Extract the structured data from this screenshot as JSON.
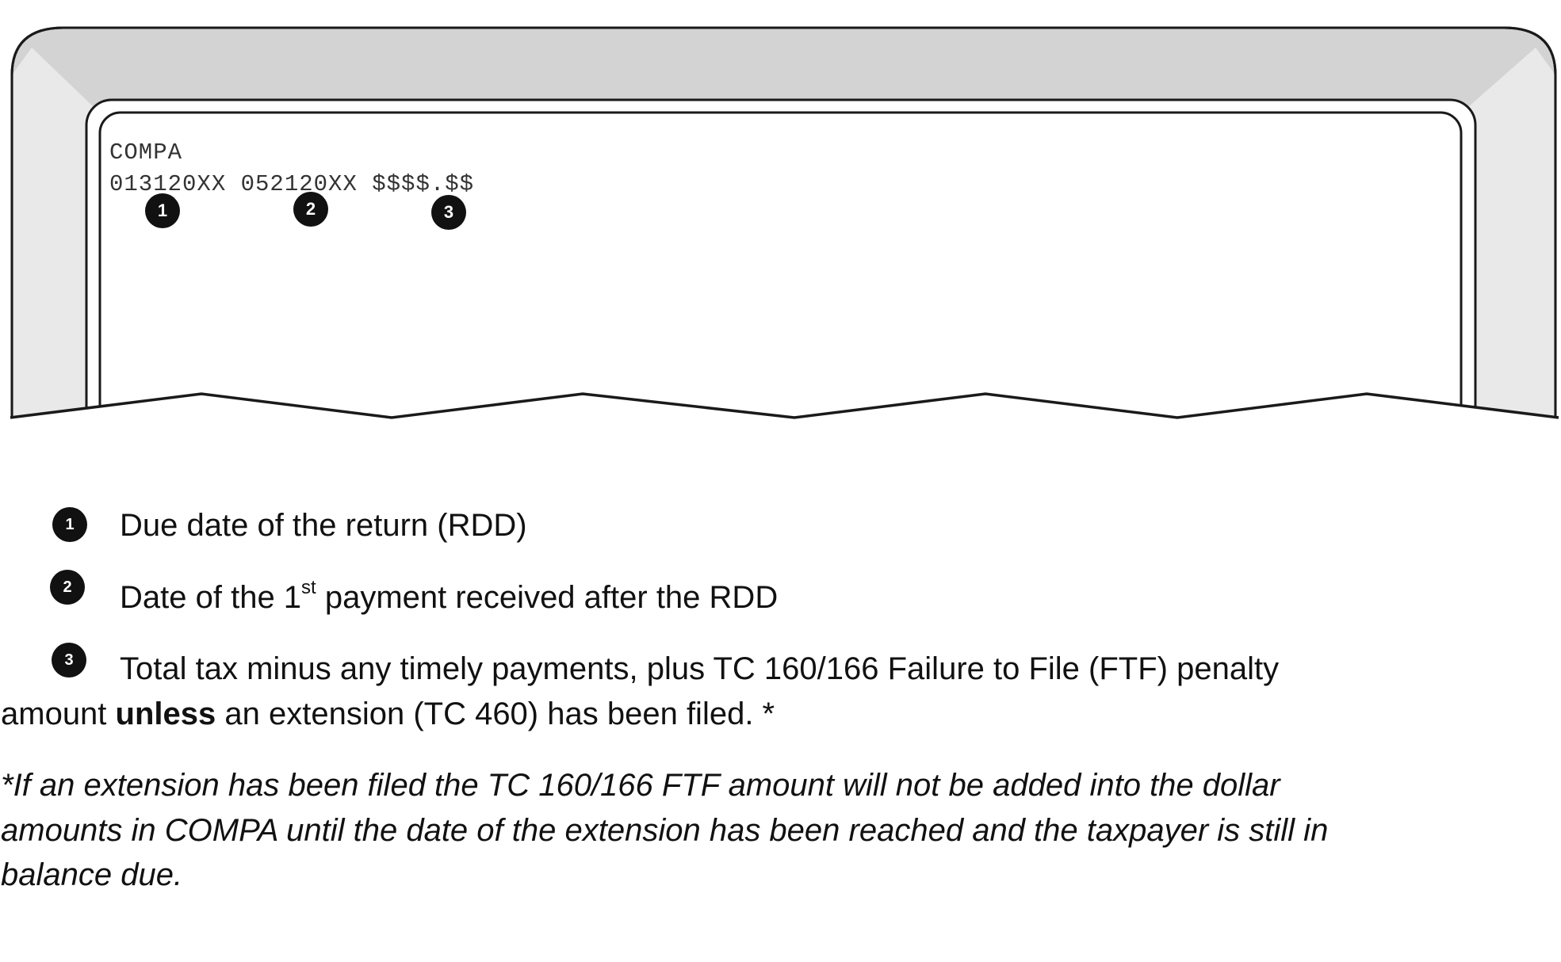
{
  "screen": {
    "line1": "COMPA",
    "line2": "013120XX 052120XX $$$$.$$",
    "callouts": [
      "1",
      "2",
      "3"
    ]
  },
  "legend": [
    {
      "number": "1",
      "text": "Due date of the return (RDD)"
    },
    {
      "number": "2",
      "text_before": "Date of the 1",
      "sup": "st",
      "text_after": " payment received after the RDD"
    },
    {
      "number": "3",
      "line1": "Total tax minus any timely payments, plus TC 160/166 Failure to File (FTF) penalty",
      "line2_before": "amount ",
      "line2_bold": "unless",
      "line2_after": " an extension (TC 460) has been filed. *"
    }
  ],
  "footnote": [
    "*If an extension has been filed the TC 160/166 FTF amount will not be added into the dollar",
    "amounts in COMPA until the date of the extension has been reached and the taxpayer is still in",
    "balance due."
  ]
}
